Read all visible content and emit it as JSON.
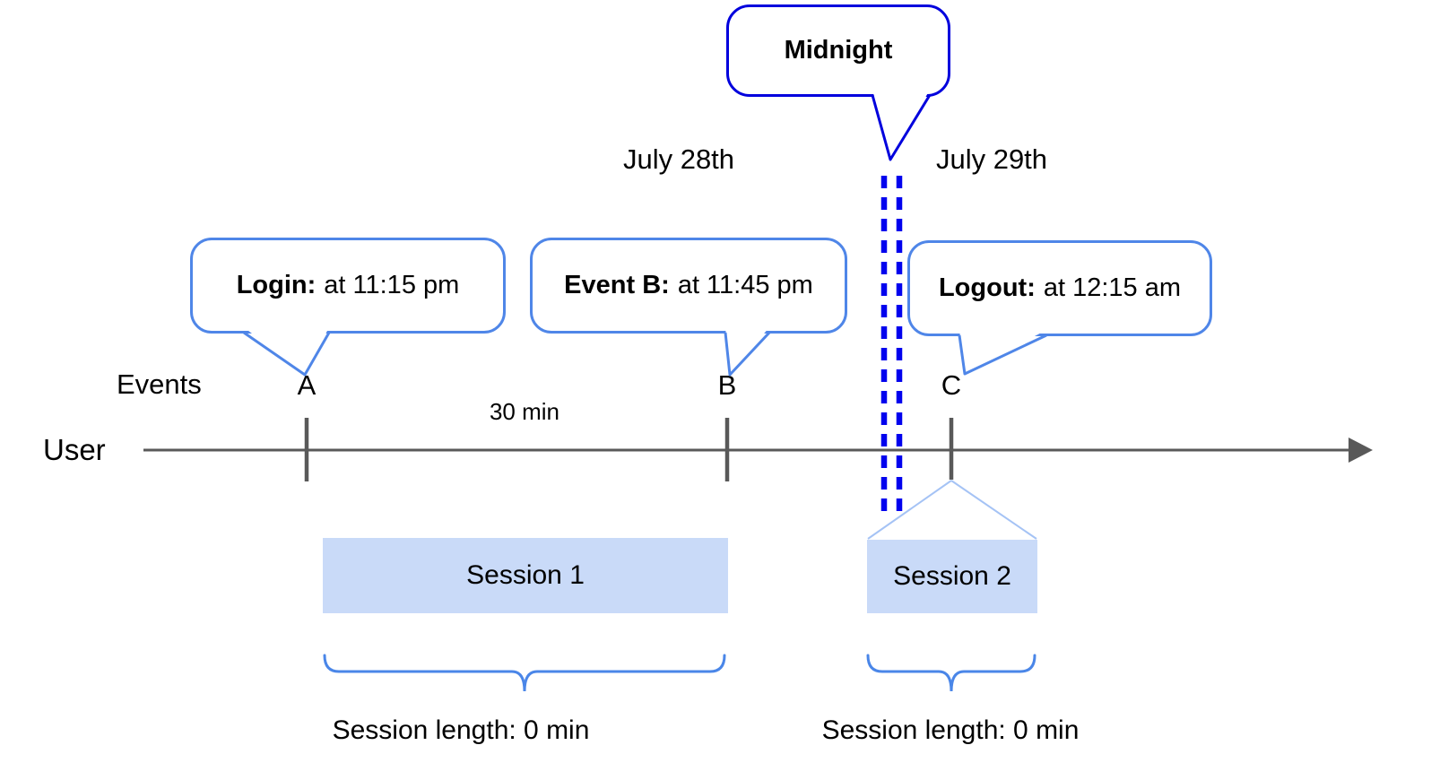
{
  "diagram": {
    "midnight_callout": {
      "label": "Midnight"
    },
    "dates": {
      "left": "July 28th",
      "right": "July 29th"
    },
    "bubbles": {
      "login": {
        "title": "Login:",
        "time": "at 11:15 pm"
      },
      "event_b": {
        "title": "Event B:",
        "time": "at 11:45 pm"
      },
      "logout": {
        "title": "Logout:",
        "time": "at 12:15 am"
      }
    },
    "axis": {
      "events_label": "Events",
      "user_label": "User",
      "interval_label": "30 min",
      "markers": [
        "A",
        "B",
        "C"
      ]
    },
    "sessions": [
      {
        "label": "Session 1",
        "length_label": "Session length: 0 min"
      },
      {
        "label": "Session 2",
        "length_label": "Session length: 0 min"
      }
    ],
    "colors": {
      "callout_border": "#0100dd",
      "bubble_border": "#4f86e8",
      "dash": "#0202ee",
      "axis": "#595959",
      "session_fill": "#c9daf8",
      "roof": "#a5c3f5",
      "brace": "#4a86e8"
    }
  }
}
